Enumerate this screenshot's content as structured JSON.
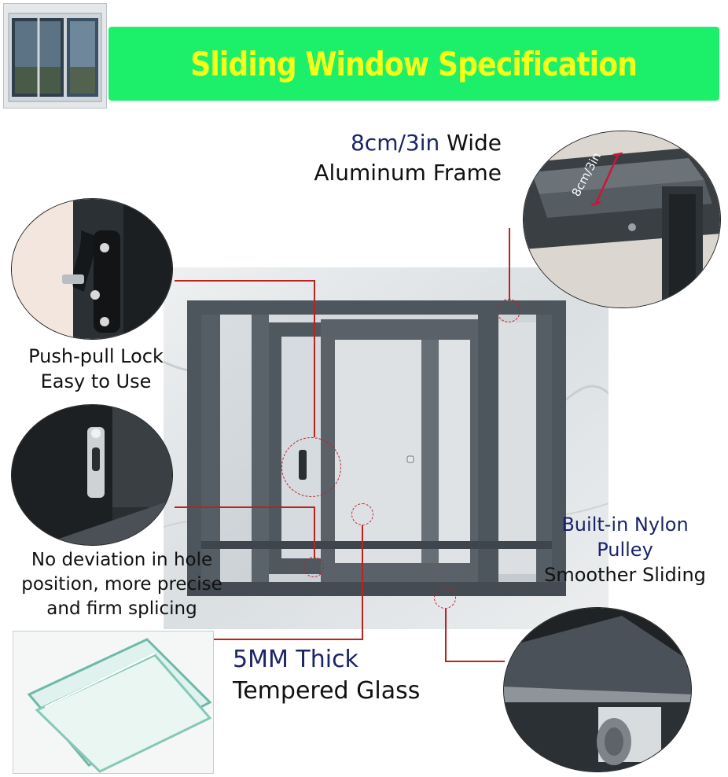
{
  "header": {
    "title": "Sliding Window Specification",
    "banner_color": "#1cf06a",
    "title_color": "#f4ff1a"
  },
  "labels": {
    "frame_width_blue": "8cm/3in",
    "frame_width_rest": " Wide",
    "frame_material": "Aluminum Frame",
    "frame_dimension_mark": "8cm/3in",
    "lock_line1": "Push-pull Lock",
    "lock_line2": "Easy to Use",
    "hole_line1": "No deviation in hole",
    "hole_line2": "position, more precise",
    "hole_line3": "and firm splicing",
    "pulley_line1": "Built-in Nylon",
    "pulley_line2": "Pulley",
    "pulley_line3": "Smoother Sliding",
    "glass_line1": "5MM Thick",
    "glass_line2": "Tempered Glass"
  },
  "colors": {
    "accent_blue": "#1a2466",
    "callout_red": "#c0202a",
    "frame_gray": "#4d555d"
  }
}
